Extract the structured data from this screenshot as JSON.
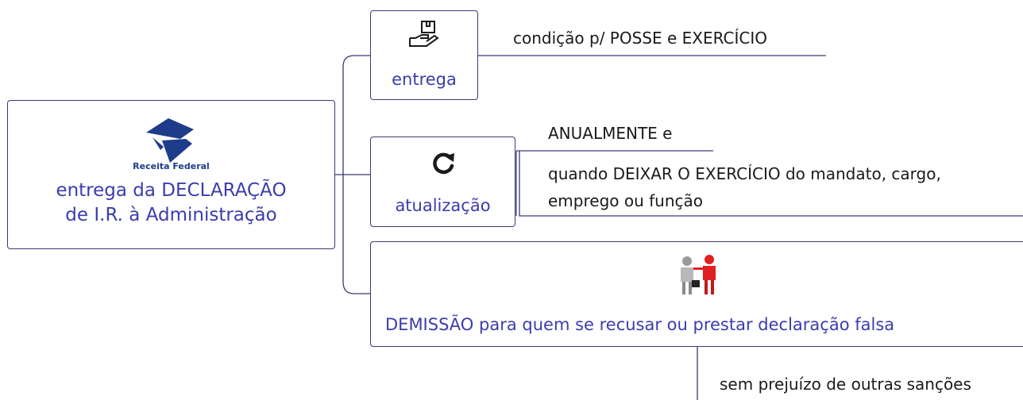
{
  "root": {
    "logo_text": "Receita Federal",
    "line1": "entrega da DECLARAÇÃO",
    "line2": "de I.R. à Administração"
  },
  "branches": {
    "entrega": {
      "label": "entrega",
      "icon": "hand-package-icon",
      "detail": "condição p/ POSSE e EXERCÍCIO"
    },
    "atualizacao": {
      "label": "atualização",
      "icon": "refresh-icon",
      "detail1": "ANUALMENTE e",
      "detail2_line1": "quando DEIXAR O EXERCÍCIO do mandato, cargo,",
      "detail2_line2": "emprego ou função"
    },
    "demissao": {
      "label": "DEMISSÃO para quem se recusar ou prestar declaração falsa",
      "icon": "businessmen-pointing-icon",
      "detail": "sem prejuízo de outras sanções"
    }
  },
  "colors": {
    "text_accent": "#3b3cae",
    "line": "#3a3a7a",
    "logo_blue": "#1f3c8a"
  }
}
